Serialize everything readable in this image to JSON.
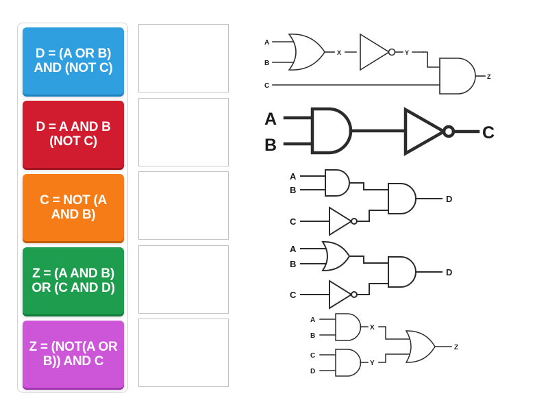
{
  "background_color": "#ffffff",
  "tiles_panel": {
    "name": "boolean-expression-tiles",
    "tiles": [
      {
        "id": "tile-1",
        "label": "D = (A OR B) AND (NOT C)",
        "color": "#2f9fe0",
        "shadow_color": "#1d82bd"
      },
      {
        "id": "tile-2",
        "label": "D = A AND B (NOT C)",
        "color": "#d01c2e",
        "shadow_color": "#a21320"
      },
      {
        "id": "tile-3",
        "label": "C = NOT (A AND B)",
        "color": "#f57c17",
        "shadow_color": "#c25d08"
      },
      {
        "id": "tile-4",
        "label": "Z = (A AND B) OR (C AND D)",
        "color": "#1f9d4f",
        "shadow_color": "#14793a"
      },
      {
        "id": "tile-5",
        "label": "Z = (NOT(A OR B)) AND C",
        "color": "#cc55d8",
        "shadow_color": "#a536b2"
      }
    ]
  },
  "dropzones_panel": {
    "name": "answer-drop-zones",
    "count": 5,
    "zones": [
      {
        "id": "dropzone-1",
        "content": ""
      },
      {
        "id": "dropzone-2",
        "content": ""
      },
      {
        "id": "dropzone-3",
        "content": ""
      },
      {
        "id": "dropzone-4",
        "content": ""
      },
      {
        "id": "dropzone-5",
        "content": ""
      }
    ],
    "border_color": "#c2c2c2"
  },
  "circuits_panel": {
    "name": "logic-circuit-diagrams",
    "line_color": "#2b2b2b",
    "circuits": [
      {
        "id": "circuit-1",
        "description": "OR gate on A and B produces X, X through NOT gate produces Y, Y AND C produces Z",
        "inputs": [
          "A",
          "B",
          "C"
        ],
        "intermediate": [
          "X",
          "Y"
        ],
        "output": "Z",
        "gates": [
          "OR",
          "NOT",
          "AND"
        ],
        "labels": {
          "in_a": "A",
          "in_b": "B",
          "in_c": "C",
          "mid_x": "X",
          "mid_y": "Y",
          "out": "Z"
        }
      },
      {
        "id": "circuit-2",
        "description": "AND gate on A and B through NOT gate produces C",
        "inputs": [
          "A",
          "B"
        ],
        "intermediate": [],
        "output": "C",
        "gates": [
          "AND",
          "NOT"
        ],
        "labels": {
          "in_a": "A",
          "in_b": "B",
          "out": "C"
        }
      },
      {
        "id": "circuit-3",
        "description": "AND gate on A and B, NOT gate on C, both into AND gate producing D",
        "inputs": [
          "A",
          "B",
          "C"
        ],
        "intermediate": [],
        "output": "D",
        "gates": [
          "AND",
          "NOT",
          "AND"
        ],
        "labels": {
          "in_a": "A",
          "in_b": "B",
          "in_c": "C",
          "out": "D"
        }
      },
      {
        "id": "circuit-4",
        "description": "OR gate on A and B, NOT gate on C, both into AND gate producing D",
        "inputs": [
          "A",
          "B",
          "C"
        ],
        "intermediate": [],
        "output": "D",
        "gates": [
          "OR",
          "NOT",
          "AND"
        ],
        "labels": {
          "in_a": "A",
          "in_b": "B",
          "in_c": "C",
          "out": "D"
        }
      },
      {
        "id": "circuit-5",
        "description": "AND gate on A and B produces X, AND gate on C and D produces Y, X OR Y produces Z",
        "inputs": [
          "A",
          "B",
          "C",
          "D"
        ],
        "intermediate": [
          "X",
          "Y"
        ],
        "output": "Z",
        "gates": [
          "AND",
          "AND",
          "OR"
        ],
        "labels": {
          "in_a": "A",
          "in_b": "B",
          "in_c": "C",
          "in_d": "D",
          "mid_x": "X",
          "mid_y": "Y",
          "out": "Z"
        }
      }
    ]
  }
}
